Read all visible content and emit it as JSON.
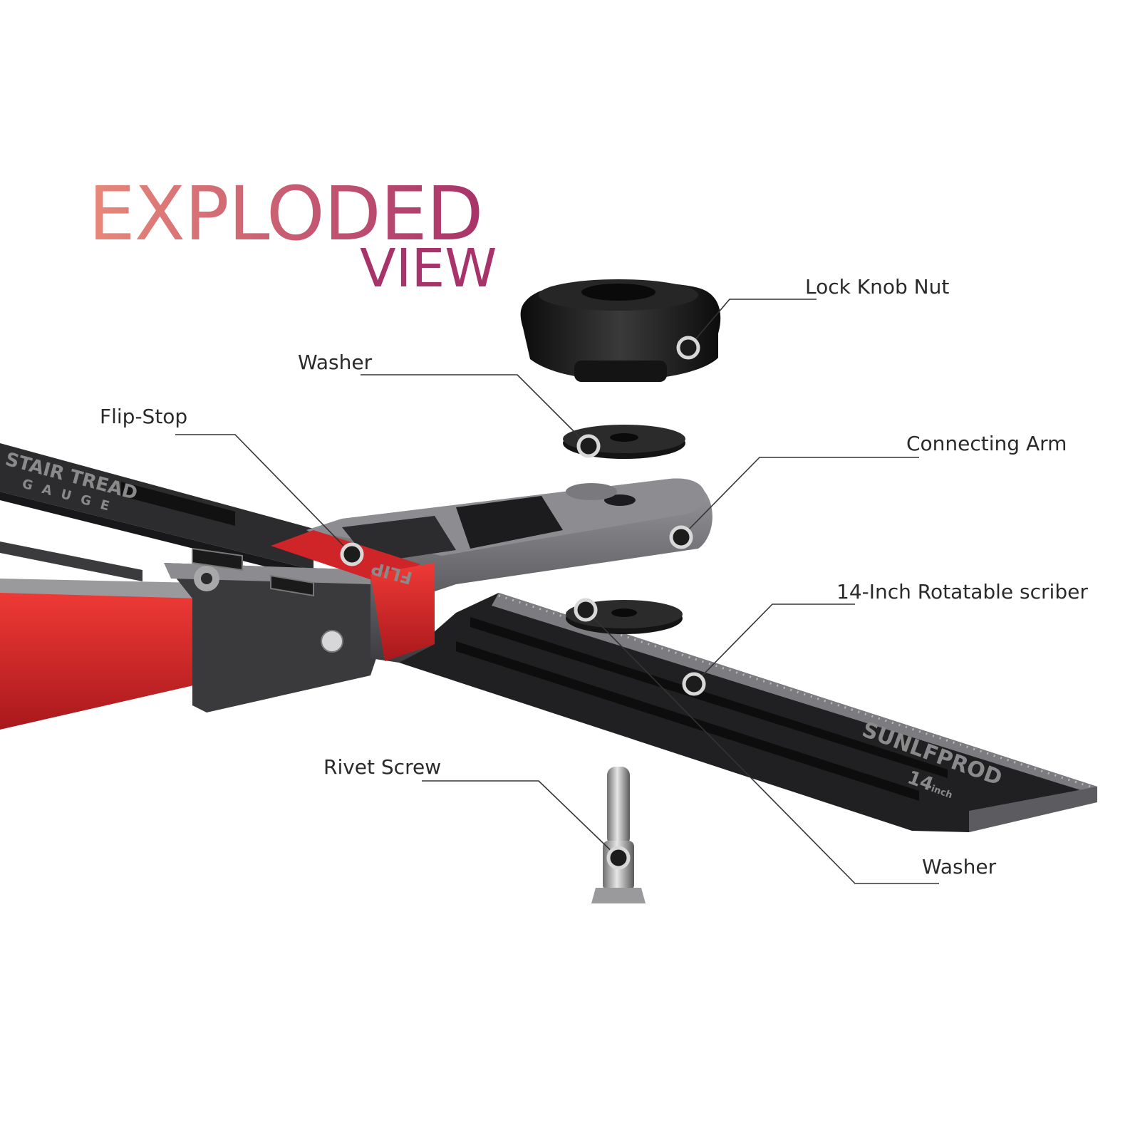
{
  "title": {
    "line1": "EXPLODED",
    "line2": "VIEW"
  },
  "colors": {
    "title_gradient_start": "#e8897a",
    "title_gradient_end": "#a8326a",
    "accent_red": "#d8262b",
    "body_dark": "#2e2e30",
    "body_gray": "#6d6d70",
    "leader_line": "#333333",
    "marker_ring": "#d8d8d8"
  },
  "callouts": [
    {
      "id": "lock-knob-nut",
      "label": "Lock Knob Nut"
    },
    {
      "id": "washer-top",
      "label": "Washer"
    },
    {
      "id": "flip-stop",
      "label": "Flip-Stop"
    },
    {
      "id": "connecting-arm",
      "label": "Connecting Arm"
    },
    {
      "id": "scriber",
      "label": "14-Inch Rotatable scriber"
    },
    {
      "id": "rivet-screw",
      "label": "Rivet Screw"
    },
    {
      "id": "washer-bottom",
      "label": "Washer"
    }
  ],
  "engravings": {
    "brand": "SUNLFPROD",
    "size": "14",
    "size_unit": "inch",
    "gauge_title": "STAIR TREAD",
    "gauge_sub": "GAUGE",
    "flip_stop_mark": "FLIP"
  }
}
